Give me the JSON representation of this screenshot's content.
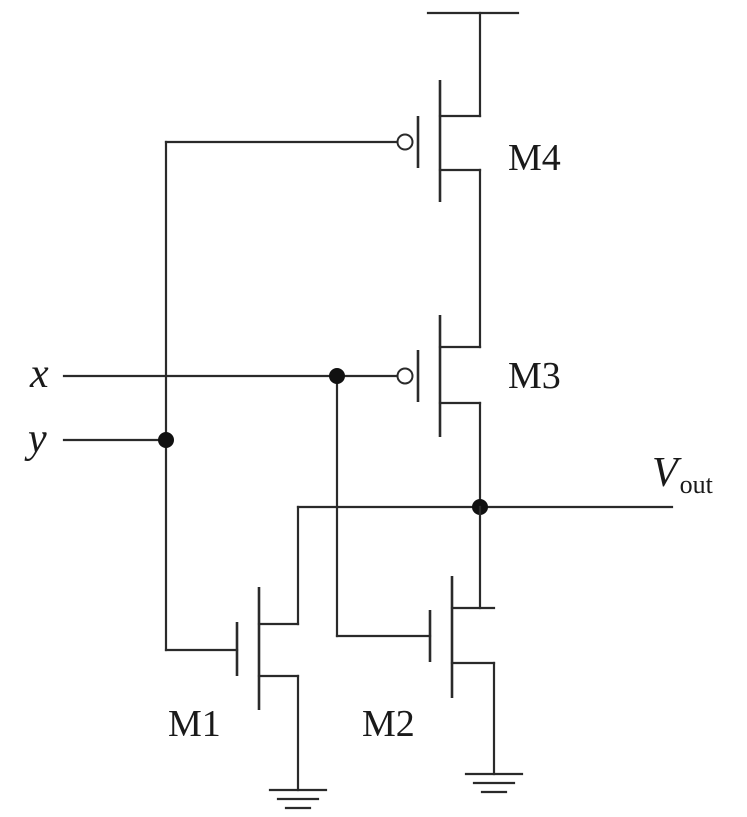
{
  "diagram": {
    "transistors": {
      "m1": "M1",
      "m2": "M2",
      "m3": "M3",
      "m4": "M4"
    },
    "inputs": {
      "x": "x",
      "y": "y"
    },
    "output": {
      "symbol": "V",
      "subscript": "out"
    }
  }
}
